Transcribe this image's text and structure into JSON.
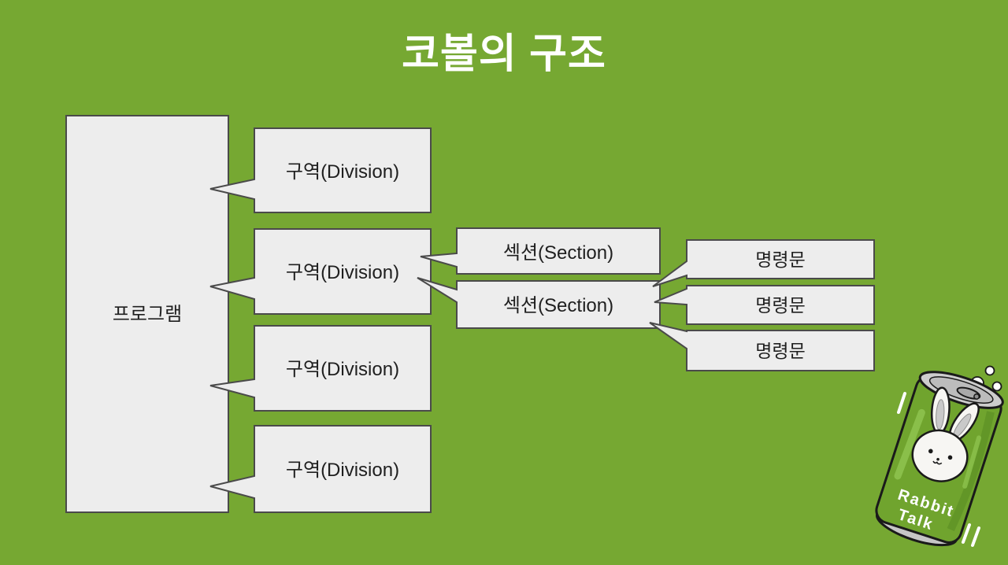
{
  "title": "코볼의 구조",
  "diagram": {
    "program": {
      "label": "프로그램"
    },
    "divisions": [
      {
        "label": "구역(Division)"
      },
      {
        "label": "구역(Division)"
      },
      {
        "label": "구역(Division)"
      },
      {
        "label": "구역(Division)"
      }
    ],
    "sections": [
      {
        "label": "섹션(Section)"
      },
      {
        "label": "섹션(Section)"
      }
    ],
    "statements": [
      {
        "label": "명령문"
      },
      {
        "label": "명령문"
      },
      {
        "label": "명령문"
      }
    ]
  },
  "logo": {
    "icon": "rabbit-soda-can",
    "line1": "Rabbit",
    "line2": "Talk"
  },
  "colors": {
    "background": "#76a832",
    "box_fill": "#ededed",
    "box_border": "#4a4a4a",
    "title_color": "#ffffff",
    "can_body": "#70a42e",
    "can_highlight": "#8abf4a",
    "can_metal": "#cdcdcd"
  }
}
